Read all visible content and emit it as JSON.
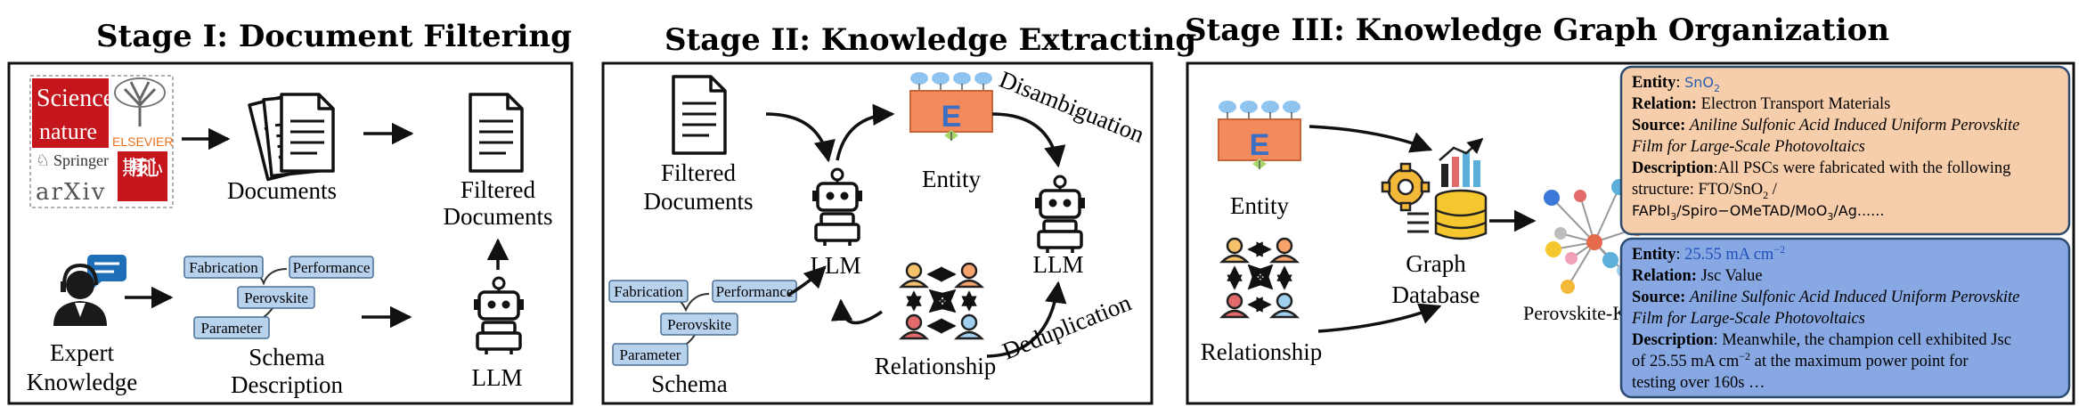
{
  "stages": {
    "s1": "Stage I: Document Filtering",
    "s2": "Stage II: Knowledge Extracting",
    "s3": "Stage III: Knowledge Graph Organization"
  },
  "logos": {
    "science": "Science",
    "nature": "nature",
    "elsevier": "ELSEVIER",
    "springer": "Springer",
    "arxiv": "arXiv",
    "cn_journal": "期核刊心"
  },
  "stage1": {
    "documents": "Documents",
    "filtered_line1": "Filtered",
    "filtered_line2": "Documents",
    "expert_line1": "Expert",
    "expert_line2": "Knowledge",
    "schema_line1": "Schema",
    "schema_line2": "Description",
    "llm": "LLM",
    "schema_boxes": {
      "fabrication": "Fabrication",
      "performance": "Performance",
      "perovskite": "Perovskite",
      "parameter": "Parameter"
    }
  },
  "stage2": {
    "filtered_line1": "Filtered",
    "filtered_line2": "Documents",
    "llm_left": "LLM",
    "llm_right": "LLM",
    "entity": "Entity",
    "relationship": "Relationship",
    "schema": "Schema",
    "disambiguation": "Disambiguation",
    "deduplication": "Deduplication",
    "entity_letter": "E",
    "schema_boxes": {
      "fabrication": "Fabrication",
      "performance": "Performance",
      "perovskite": "Perovskite",
      "parameter": "Parameter"
    }
  },
  "stage3": {
    "entity": "Entity",
    "entity_letter": "E",
    "relationship": "Relationship",
    "graph_line1": "Graph",
    "graph_line2": "Database",
    "kg": "Perovskite-KG",
    "card1": {
      "entity_key": "Entity",
      "entity_val_a": "SnO",
      "entity_val_sub": "2",
      "relation_key": "Relation:",
      "relation_val": "Electron Transport Materials",
      "source_key": "Source:",
      "source_line1": "Aniline Sulfonic Acid Induced Uniform Perovskite",
      "source_line2": "Film for Large-Scale  Photovoltaics",
      "desc_key": "Description",
      "desc_line1": "All PSCs were fabricated with the following",
      "desc_line2_a": "structure: FTO/SnO",
      "desc_line2_sub": "2",
      "desc_line2_b": " /",
      "desc_line3_a": "FAPbI",
      "desc_line3_sub1": "3",
      "desc_line3_b": "/Spiro−OMeTAD/MoO",
      "desc_line3_sub2": "3",
      "desc_line3_c": "/Ag......"
    },
    "card2": {
      "entity_key": "Entity",
      "entity_val": "25.55 mA cm",
      "entity_sup": "−2",
      "relation_key": "Relation:",
      "relation_val": "Jsc Value",
      "source_key": "Source:",
      "source_line1": "Aniline Sulfonic Acid Induced Uniform Perovskite",
      "source_line2": "Film for Large-Scale  Photovoltaics",
      "desc_key": "Description",
      "desc_line1": "Meanwhile, the champion cell exhibited Jsc",
      "desc_line2_a": "of 25.55 mA cm",
      "desc_line2_sup": "−2",
      "desc_line2_b": " at the maximum power point for",
      "desc_line3": "testing over 160s …"
    }
  },
  "colors": {
    "card1_bg": "#f7ceab",
    "card1_border": "#2c4a6e",
    "card2_bg": "#88a8e4",
    "card2_border": "#2c4a6e",
    "schema_box": "#b8d2ee",
    "entity_block": "#f28a5c",
    "entity_letter": "#3b6fc4",
    "cyan_node": "#9fd0f0"
  }
}
